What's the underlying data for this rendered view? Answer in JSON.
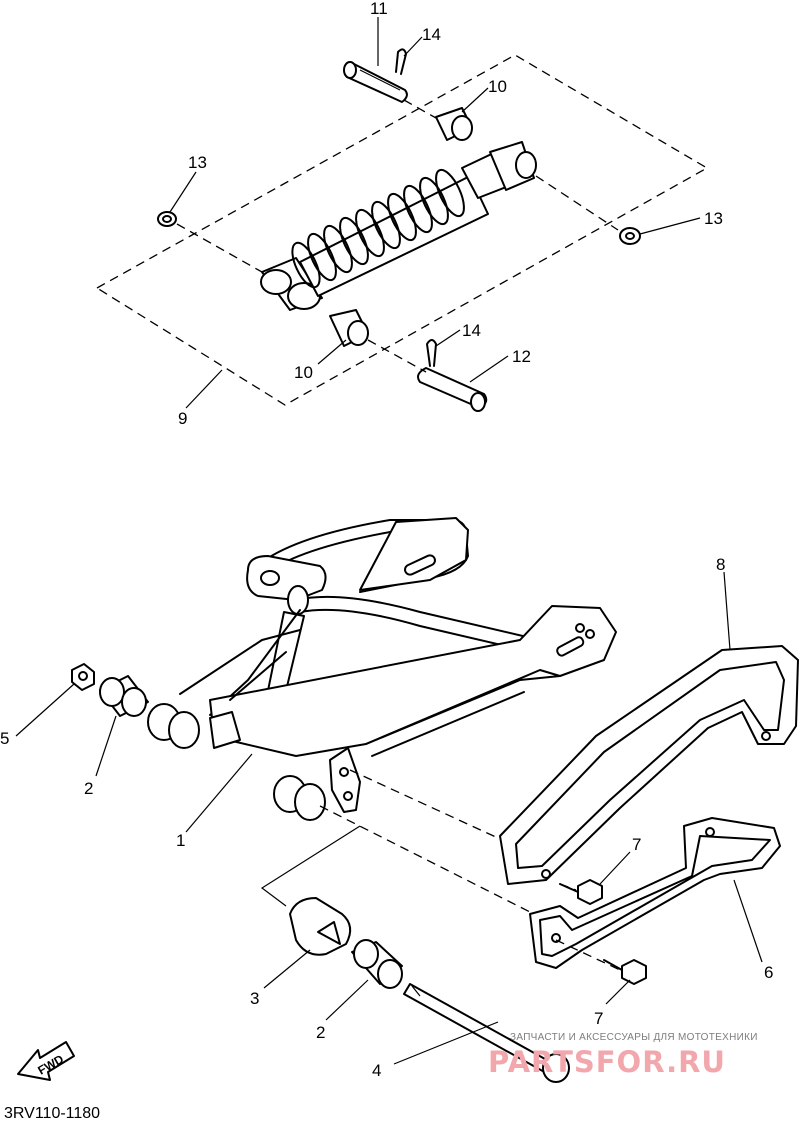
{
  "callouts": {
    "c1": "1",
    "c2a": "2",
    "c2b": "2",
    "c3": "3",
    "c4": "4",
    "c5": "5",
    "c6": "6",
    "c7a": "7",
    "c7b": "7",
    "c8": "8",
    "c9": "9",
    "c10a": "10",
    "c10b": "10",
    "c11": "11",
    "c12": "12",
    "c13a": "13",
    "c13b": "13",
    "c14a": "14",
    "c14b": "14"
  },
  "fwd_label": "FWD",
  "diagram_code": "3RV110-1180",
  "watermark": {
    "tagline": "ЗАПЧАСТИ И АКСЕССУАРЫ ДЛЯ МОТОТЕХНИКИ",
    "brand": "PARTSFOR.RU"
  }
}
